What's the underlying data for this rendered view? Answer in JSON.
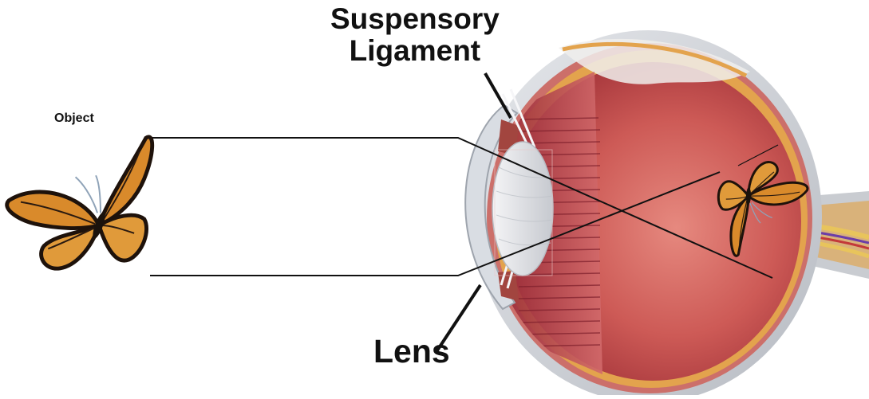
{
  "labels": {
    "object": "Object",
    "suspensory_line1": "Suspensory",
    "suspensory_line2": "Ligament",
    "lens": "Lens"
  },
  "colors": {
    "sclera": "#c9ccd1",
    "choroid": "#cc6f6a",
    "retina": "#e3a34d",
    "interior": "#c0454a",
    "ray": "#111111",
    "butterfly_wing": "#d98a2b",
    "butterfly_vein": "#2a1a10",
    "nerve_fibres": [
      "#e8c45c",
      "#6b3da8",
      "#c33a3a",
      "#d9b27a"
    ]
  },
  "icons": [
    "butterfly-icon",
    "inverted-butterfly-icon"
  ]
}
